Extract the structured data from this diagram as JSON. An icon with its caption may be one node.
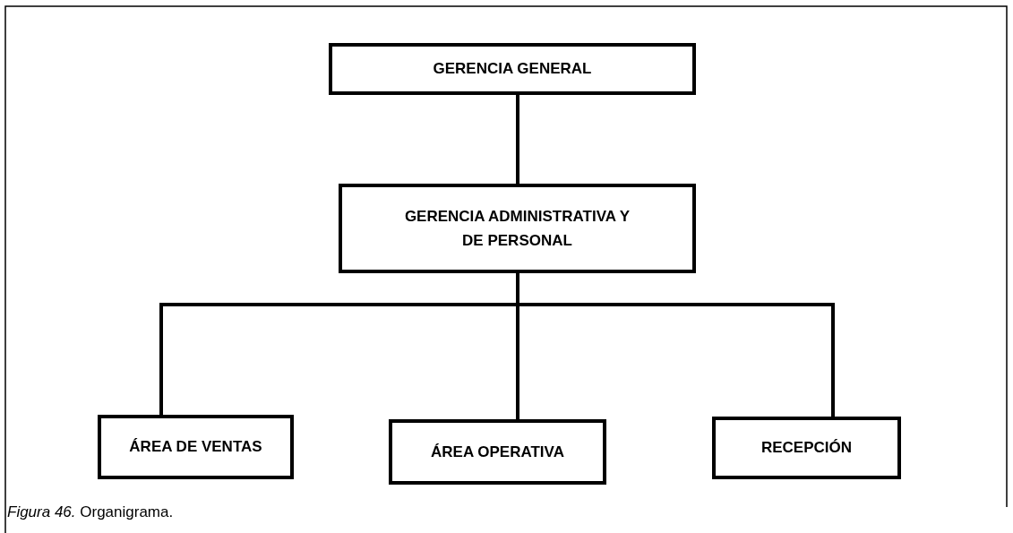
{
  "diagram": {
    "caption": "*Figura 46.* Organigrama.",
    "nodes": [
      {
        "text": [
          "GERENCIA GENERAL"
        ]
      },
      {
        "text": [
          "GERENCIA ADMINISTRATIVA Y DE PERSONAL"
        ]
      },
      {
        "text": [
          "ÁREA DE VENTAS"
        ]
      },
      {
        "text": [
          "ÁREA OPERATIVA"
        ]
      },
      {
        "text": [
          "RECEPCIÓN"
        ]
      }
    ],
    "edges": [
      {
        "from": 0,
        "to": 1,
        "arrow": "none"
      },
      {
        "from": 1,
        "to": 2,
        "arrow": "none"
      },
      {
        "from": 1,
        "to": 3,
        "arrow": "none"
      },
      {
        "from": 1,
        "to": 4,
        "arrow": "none"
      }
    ]
  }
}
